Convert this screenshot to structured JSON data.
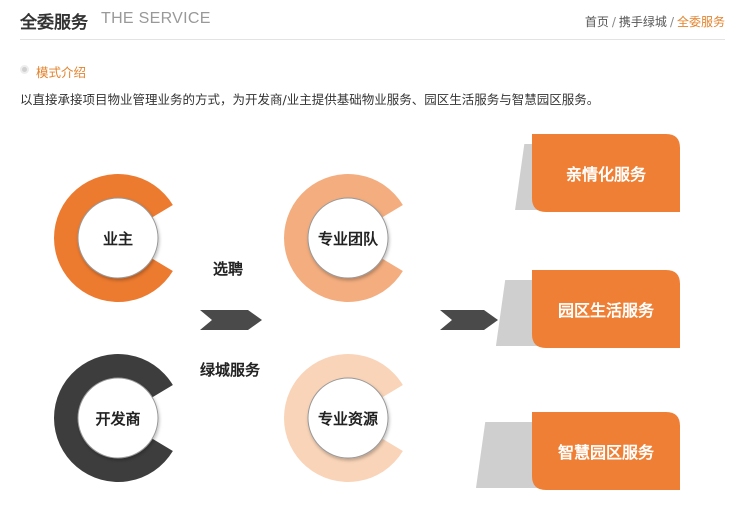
{
  "header": {
    "title_cn": "全委服务",
    "title_en": "THE SERVICE",
    "breadcrumb": [
      "首页",
      "携手绿城",
      "全委服务"
    ],
    "breadcrumb_sep": "/"
  },
  "section": {
    "title": "模式介绍",
    "description": "以直接承接项目物业管理业务的方式，为开发商/业主提供基础物业服务、园区生活服务与智慧园区服务。"
  },
  "diagram": {
    "clients": [
      {
        "label": "业主",
        "color": "#ec7a2f"
      },
      {
        "label": "开发商",
        "color": "#3d3d3d"
      }
    ],
    "action_top": "选聘",
    "action_bottom": "绿城服务",
    "resources": [
      {
        "label": "专业团队",
        "color": "#f3ad7e"
      },
      {
        "label": "专业资源",
        "color": "#f9d4b8"
      }
    ],
    "services": [
      {
        "label": "亲情化服务"
      },
      {
        "label": "园区生活服务"
      },
      {
        "label": "智慧园区服务"
      }
    ],
    "colors": {
      "accent": "#e3832d",
      "box": "#ef7f34",
      "arrow": "#4a4a4a",
      "shadow": "#cfcfcf"
    }
  }
}
